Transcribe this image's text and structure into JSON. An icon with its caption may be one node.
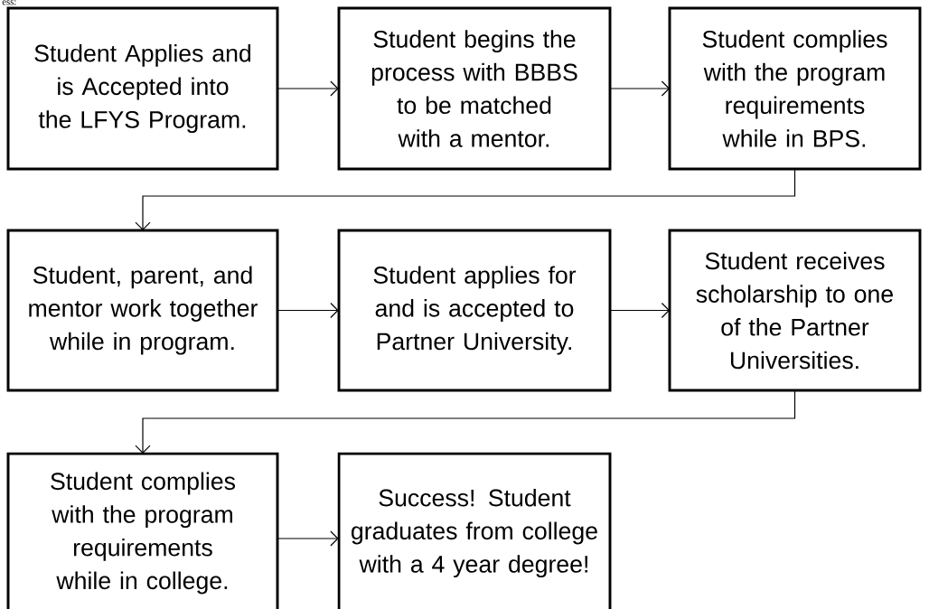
{
  "diagram": {
    "nodes": [
      {
        "text": [
          "Student Applies and is Accepted into the LFYS Program."
        ]
      },
      {
        "text": [
          "Student begins the process with BBBS to be matched with a mentor."
        ]
      },
      {
        "text": [
          "Student complies with the program requirements while in BPS."
        ]
      },
      {
        "text": [
          "Student, parent, and mentor work together while in program."
        ]
      },
      {
        "text": [
          "Student applies for and is accepted to Partner University."
        ]
      },
      {
        "text": [
          "Student receives scholarship to one of the Partner Universities."
        ]
      },
      {
        "text": [
          "Student complies with the program requirements while in college."
        ]
      },
      {
        "text": [
          "Success! Student graduates from college with a 4 year degree!"
        ]
      }
    ],
    "edges": [
      {
        "from": 0,
        "to": 1,
        "arrow": "to"
      },
      {
        "from": 1,
        "to": 2,
        "arrow": "to"
      },
      {
        "from": 2,
        "to": 3,
        "arrow": "to"
      },
      {
        "from": 3,
        "to": 4,
        "arrow": "to"
      },
      {
        "from": 4,
        "to": 5,
        "arrow": "to"
      },
      {
        "from": 5,
        "to": 6,
        "arrow": "to"
      },
      {
        "from": 6,
        "to": 7,
        "arrow": "to"
      }
    ],
    "labels": [
      "ess:"
    ]
  }
}
